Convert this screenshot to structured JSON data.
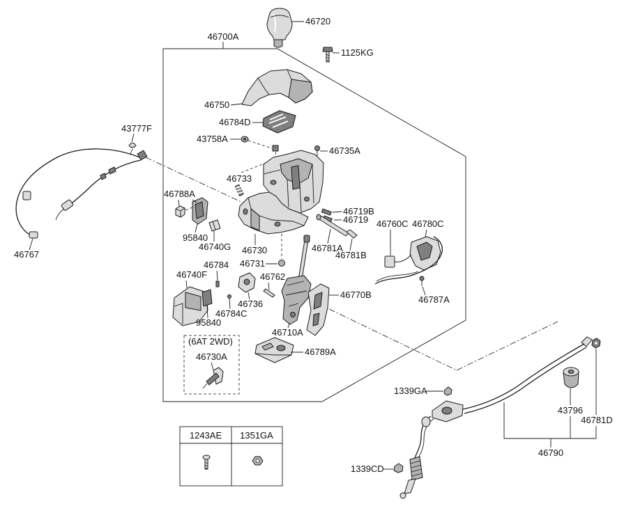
{
  "colors": {
    "line": "#1a1a1a",
    "fill": "#dcdcdc",
    "mid": "#b3b3b3",
    "dark": "#7f7f7f"
  },
  "callouts": {
    "knob": "46720",
    "assembly": "46700A",
    "bolt_top": "1125KG",
    "cover": "46750",
    "indicator_plate": "46784D",
    "clip": "43777F",
    "nut_small": "43758A",
    "screw": "46735A",
    "spring": "46733",
    "sensor": "46788A",
    "spring_b": "46719B",
    "spring_c": "46719",
    "harness": "46760C",
    "harness_bracket": "46780C",
    "washer_a": "95840",
    "bracket_g": "46740G",
    "pin_long": "46781A",
    "body": "46730",
    "cable_left": "46767",
    "pin_short": "46781B",
    "ball": "46731",
    "pin_small": "46784",
    "bracket_f": "46740F",
    "pin_762": "46762",
    "detent_plate": "46770B",
    "screw_787": "46787A",
    "solenoid": "46736",
    "pin_784c": "46784C",
    "washer_b": "95840",
    "lever": "46710A",
    "variant_note": "(6AT 2WD)",
    "base_plate": "46789A",
    "lever_variant": "46730A",
    "nut_1339ga": "1339GA",
    "grommet": "43796",
    "nut_781d": "46781D",
    "cable_right": "46790",
    "nut_1339cd": "1339CD"
  },
  "table": {
    "headers": [
      "1243AE",
      "1351GA"
    ]
  }
}
